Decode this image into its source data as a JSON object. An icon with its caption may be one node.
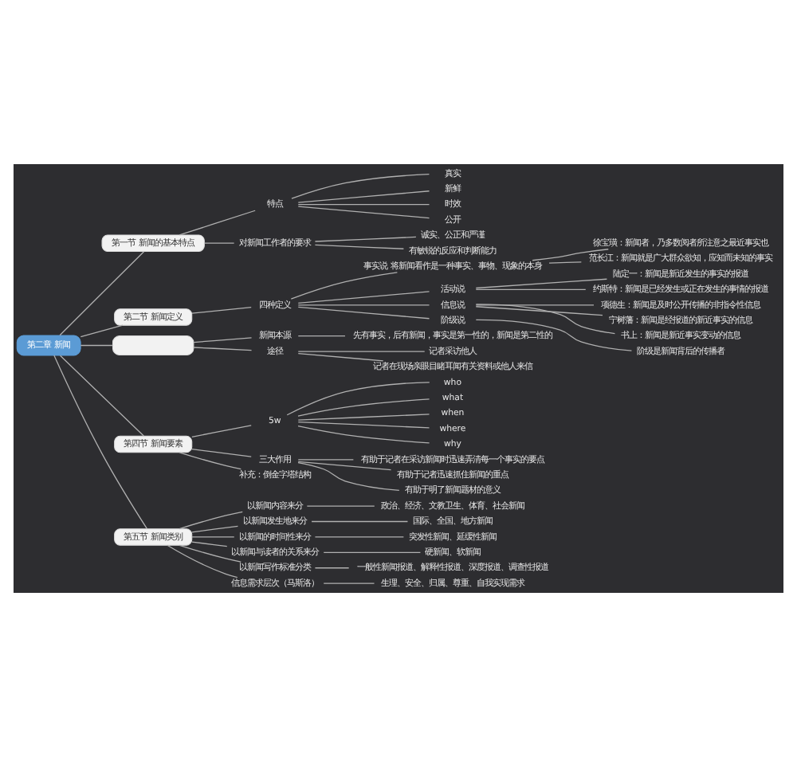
{
  "diagram": {
    "nodes": [
      {
        "text": [
          "第二章 新闻"
        ]
      },
      {
        "text": [
          "第一节 新闻的基本特点"
        ]
      },
      {
        "text": [
          "特点"
        ]
      },
      {
        "text": [
          "真实"
        ]
      },
      {
        "text": [
          "新鲜"
        ]
      },
      {
        "text": [
          "时效"
        ]
      },
      {
        "text": [
          "公开"
        ]
      },
      {
        "text": [
          "对新闻工作者的要求"
        ]
      },
      {
        "text": [
          "诚实、公正和严谨"
        ]
      },
      {
        "text": [
          "有敏锐的反应和判断能力"
        ]
      },
      {
        "text": [
          "第二节 新闻定义"
        ]
      },
      {
        "text": [
          "四种定义"
        ]
      },
      {
        "text": [
          "事实说 将新闻看作是一种事实、事物、现象的本身"
        ]
      },
      {
        "text": [
          "徐宝璜：新闻者，乃多数阅者所注意之最近事实也"
        ]
      },
      {
        "text": [
          "范长江：新闻就是广大群众欲知，应知而未知的事实"
        ]
      },
      {
        "text": [
          "活动说"
        ]
      },
      {
        "text": [
          "陆定一：新闻是新近发生的事实的报道"
        ]
      },
      {
        "text": [
          "约斯特：新闻是已经发生或正在发生的事情的报道"
        ]
      },
      {
        "text": [
          "信息说"
        ]
      },
      {
        "text": [
          "项德生：新闻是及时公开传播的非指令性信息"
        ]
      },
      {
        "text": [
          "宁树藩：新闻是经报道的新近事实的信息"
        ]
      },
      {
        "text": [
          "书上：新闻是新近事实变动的信息"
        ]
      },
      {
        "text": [
          "阶级说"
        ]
      },
      {
        "text": [
          "阶级是新闻背后的传播者"
        ]
      },
      {
        "text": [],
        "shape": "box"
      },
      {
        "text": [
          "新闻本源"
        ]
      },
      {
        "text": [
          "先有事实，后有新闻，事实是第一性的，新闻是第二性的"
        ]
      },
      {
        "text": [
          "途径"
        ]
      },
      {
        "text": [
          "记者采访他人"
        ]
      },
      {
        "text": [
          "记者在现场亲眼目睹耳闻有关资料或他人来信"
        ]
      },
      {
        "text": [
          "第四节 新闻要素"
        ]
      },
      {
        "text": [
          "5w"
        ]
      },
      {
        "text": [
          "who"
        ]
      },
      {
        "text": [
          "what"
        ]
      },
      {
        "text": [
          "when"
        ]
      },
      {
        "text": [
          "where"
        ]
      },
      {
        "text": [
          "why"
        ]
      },
      {
        "text": [
          "三大作用"
        ]
      },
      {
        "text": [
          "有助于记者在采访新闻时迅速弄清每一个事实的要点"
        ]
      },
      {
        "text": [
          "有助于记者迅速抓住新闻的重点"
        ]
      },
      {
        "text": [
          "有助于明了新闻题材的意义"
        ]
      },
      {
        "text": [
          "补充：倒金字塔结构"
        ]
      },
      {
        "text": [
          "第五节 新闻类别"
        ]
      },
      {
        "text": [
          "以新闻内容来分"
        ]
      },
      {
        "text": [
          "政治、经济、文教卫生、体育、社会新闻"
        ]
      },
      {
        "text": [
          "以新闻发生地来分"
        ]
      },
      {
        "text": [
          "国际、全国、地方新闻"
        ]
      },
      {
        "text": [
          "以新闻的时间性来分"
        ]
      },
      {
        "text": [
          "突发性新闻、延缓性新闻"
        ]
      },
      {
        "text": [
          "以新闻与读者的关系来分"
        ]
      },
      {
        "text": [
          "硬新闻、软新闻"
        ]
      },
      {
        "text": [
          "以新闻写作标准分类"
        ]
      },
      {
        "text": [
          "一般性新闻报道、解释性报道、深度报道、调查性报道"
        ]
      },
      {
        "text": [
          "信息需求层次（马斯洛）"
        ]
      },
      {
        "text": [
          "生理、安全、归属、尊重、自我实现需求"
        ]
      }
    ],
    "edges": [
      {
        "from": 0,
        "to": 1,
        "arrow": "none"
      },
      {
        "from": 1,
        "to": 2,
        "arrow": "none"
      },
      {
        "from": 2,
        "to": 3,
        "arrow": "none"
      },
      {
        "from": 2,
        "to": 4,
        "arrow": "none"
      },
      {
        "from": 2,
        "to": 5,
        "arrow": "none"
      },
      {
        "from": 2,
        "to": 6,
        "arrow": "none"
      },
      {
        "from": 1,
        "to": 7,
        "arrow": "none"
      },
      {
        "from": 7,
        "to": 8,
        "arrow": "none"
      },
      {
        "from": 7,
        "to": 9,
        "arrow": "none"
      },
      {
        "from": 0,
        "to": 10,
        "arrow": "none"
      },
      {
        "from": 10,
        "to": 11,
        "arrow": "none"
      },
      {
        "from": 11,
        "to": 12,
        "arrow": "none"
      },
      {
        "from": 12,
        "to": 13,
        "arrow": "none"
      },
      {
        "from": 12,
        "to": 14,
        "arrow": "none"
      },
      {
        "from": 11,
        "to": 15,
        "arrow": "none"
      },
      {
        "from": 15,
        "to": 16,
        "arrow": "none"
      },
      {
        "from": 15,
        "to": 17,
        "arrow": "none"
      },
      {
        "from": 11,
        "to": 18,
        "arrow": "none"
      },
      {
        "from": 18,
        "to": 19,
        "arrow": "none"
      },
      {
        "from": 18,
        "to": 20,
        "arrow": "none"
      },
      {
        "from": 18,
        "to": 21,
        "arrow": "none"
      },
      {
        "from": 11,
        "to": 22,
        "arrow": "none"
      },
      {
        "from": 22,
        "to": 23,
        "arrow": "none"
      },
      {
        "from": 0,
        "to": 24,
        "arrow": "none"
      },
      {
        "from": 24,
        "to": 25,
        "arrow": "none"
      },
      {
        "from": 25,
        "to": 26,
        "arrow": "none"
      },
      {
        "from": 24,
        "to": 27,
        "arrow": "none"
      },
      {
        "from": 27,
        "to": 28,
        "arrow": "none"
      },
      {
        "from": 27,
        "to": 29,
        "arrow": "none"
      },
      {
        "from": 0,
        "to": 30,
        "arrow": "none"
      },
      {
        "from": 30,
        "to": 31,
        "arrow": "none"
      },
      {
        "from": 31,
        "to": 32,
        "arrow": "none"
      },
      {
        "from": 31,
        "to": 33,
        "arrow": "none"
      },
      {
        "from": 31,
        "to": 34,
        "arrow": "none"
      },
      {
        "from": 31,
        "to": 35,
        "arrow": "none"
      },
      {
        "from": 31,
        "to": 36,
        "arrow": "none"
      },
      {
        "from": 30,
        "to": 37,
        "arrow": "none"
      },
      {
        "from": 37,
        "to": 38,
        "arrow": "none"
      },
      {
        "from": 37,
        "to": 39,
        "arrow": "none"
      },
      {
        "from": 37,
        "to": 40,
        "arrow": "none"
      },
      {
        "from": 30,
        "to": 41,
        "arrow": "none"
      },
      {
        "from": 0,
        "to": 42,
        "arrow": "none"
      },
      {
        "from": 42,
        "to": 43,
        "arrow": "none"
      },
      {
        "from": 43,
        "to": 44,
        "arrow": "none"
      },
      {
        "from": 42,
        "to": 45,
        "arrow": "none"
      },
      {
        "from": 45,
        "to": 46,
        "arrow": "none"
      },
      {
        "from": 42,
        "to": 47,
        "arrow": "none"
      },
      {
        "from": 47,
        "to": 48,
        "arrow": "none"
      },
      {
        "from": 42,
        "to": 49,
        "arrow": "none"
      },
      {
        "from": 49,
        "to": 50,
        "arrow": "none"
      },
      {
        "from": 42,
        "to": 51,
        "arrow": "none"
      },
      {
        "from": 51,
        "to": 52,
        "arrow": "none"
      },
      {
        "from": 42,
        "to": 53,
        "arrow": "none"
      },
      {
        "from": 53,
        "to": 54,
        "arrow": "none"
      }
    ]
  }
}
